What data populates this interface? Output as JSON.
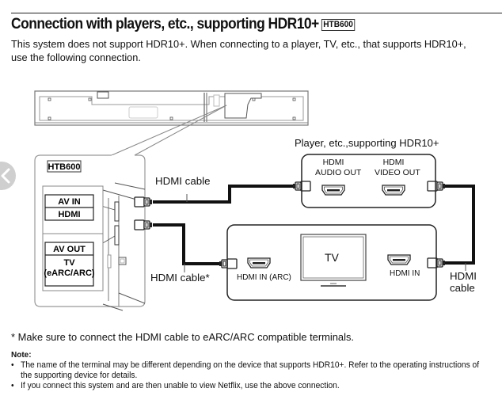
{
  "header": {
    "title": "Connection with players, etc., supporting HDR10+",
    "model_badge": "HTB600"
  },
  "intro": {
    "text": "This system does not support HDR10+. When connecting to a player, TV, etc., that supports HDR10+, use the following connection."
  },
  "diagram": {
    "soundbar_panel": {
      "model_badge": "HTB600",
      "terminals": [
        {
          "line1": "AV IN",
          "line2": "HDMI"
        },
        {
          "line1": "AV OUT",
          "line2": "TV",
          "line3": "(eARC/ARC)"
        }
      ]
    },
    "cables": {
      "upper": "HDMI cable",
      "lower": "HDMI cable*",
      "right_line1": "HDMI",
      "right_line2": "cable"
    },
    "player": {
      "title": "Player, etc.,supporting HDR10+",
      "ports": [
        {
          "line1": "HDMI",
          "line2": "AUDIO OUT"
        },
        {
          "line1": "HDMI",
          "line2": "VIDEO OUT"
        }
      ]
    },
    "tv": {
      "screen_label": "TV",
      "ports": [
        "HDMI IN (ARC)",
        "HDMI IN"
      ]
    }
  },
  "footnote": "* Make sure to connect the HDMI cable to eARC/ARC compatible terminals.",
  "notes": {
    "title": "Note:",
    "bullet": "•",
    "items": [
      "The name of the terminal may be different depending on the device that supports HDR10+. Refer to the operating instructions of the supporting device for details.",
      "If you connect this system and are then unable to view Netflix, use the above connection."
    ]
  },
  "navigation": {
    "back_icon": "chevron-left-icon"
  }
}
